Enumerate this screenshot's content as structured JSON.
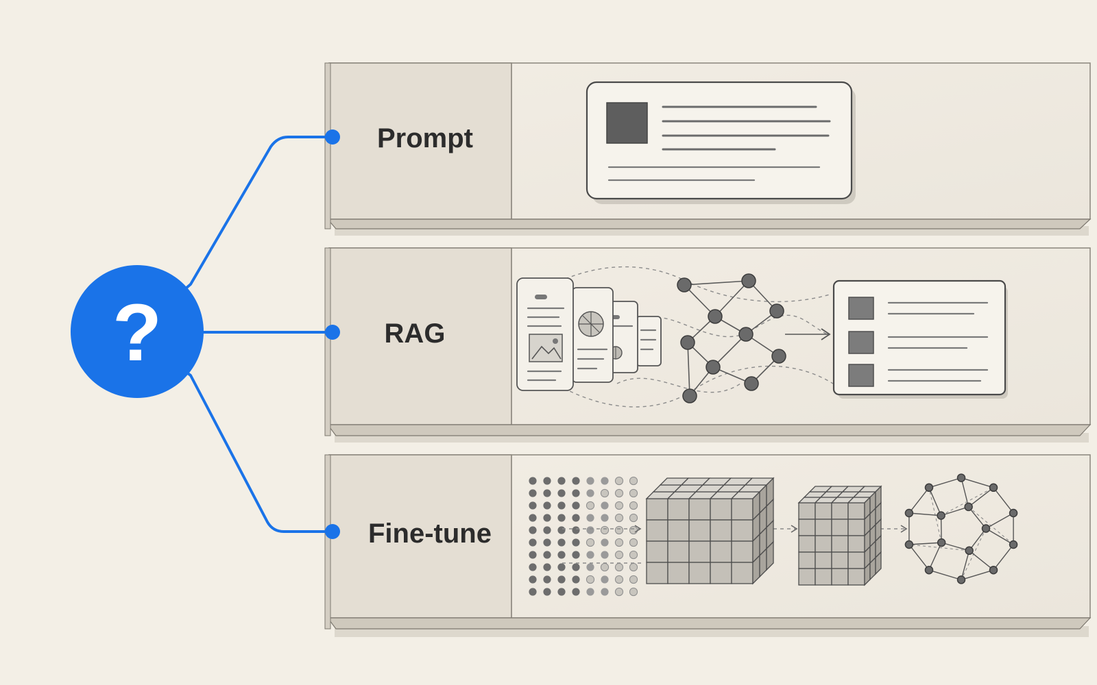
{
  "diagram": {
    "question_icon": "question-mark-icon",
    "question_symbol": "?",
    "accent_color": "#1a73e8",
    "options": [
      {
        "id": "prompt",
        "label": "Prompt",
        "illustration": "prompt-card-icon"
      },
      {
        "id": "rag",
        "label": "RAG",
        "illustration": "retrieval-graph-icon"
      },
      {
        "id": "fine-tune",
        "label": "Fine-tune",
        "illustration": "training-cubes-icon"
      }
    ]
  }
}
